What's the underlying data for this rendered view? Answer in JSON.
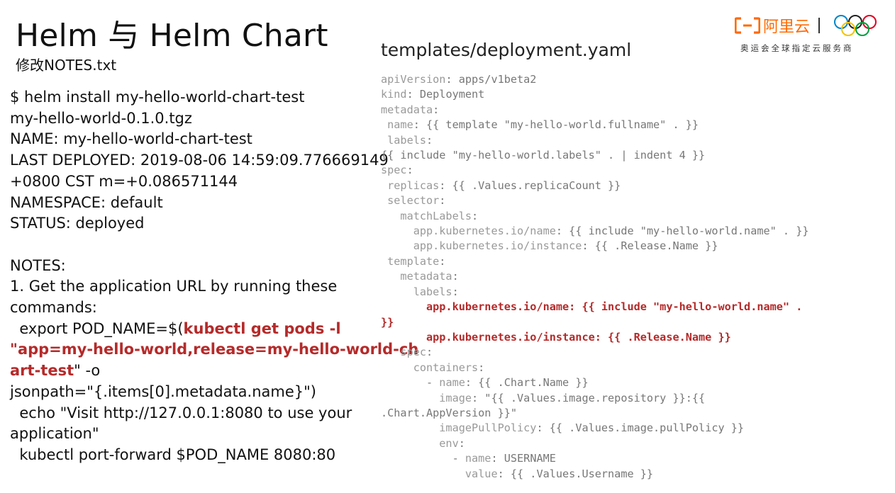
{
  "slide": {
    "title": "Helm 与 Helm Chart",
    "subtitle": "修改NOTES.txt"
  },
  "logo": {
    "icon": "aliyun-icon",
    "brand": "阿里云",
    "tagline": "奥运会全球指定云服务商",
    "rings_icon": "olympic-rings-icon",
    "brand_color": "#ff6a00"
  },
  "terminal": {
    "lines": [
      [
        {
          "t": "$ helm install my-hello-world-chart-test"
        }
      ],
      [
        {
          "t": "my-hello-world-0.1.0.tgz"
        }
      ],
      [
        {
          "t": "NAME: my-hello-world-chart-test"
        }
      ],
      [
        {
          "t": "LAST DEPLOYED: 2019-08-06 14:59:09.776669149"
        }
      ],
      [
        {
          "t": "+0800 CST m=+0.086571144"
        }
      ],
      [
        {
          "t": "NAMESPACE: default"
        }
      ],
      [
        {
          "t": "STATUS: deployed"
        }
      ],
      [
        {
          "t": ""
        }
      ],
      [
        {
          "t": "NOTES:"
        }
      ],
      [
        {
          "t": "1. Get the application URL by running these"
        }
      ],
      [
        {
          "t": "commands:"
        }
      ],
      [
        {
          "t": "  export POD_NAME=$("
        },
        {
          "t": "kubectl get pods -l",
          "red": true
        }
      ],
      [
        {
          "t": "\"app=my-hello-world,release=my-hello-world-ch",
          "red": true
        }
      ],
      [
        {
          "t": "art-test",
          "red": true
        },
        {
          "t": "\" -o"
        }
      ],
      [
        {
          "t": "jsonpath=\"{.items[0].metadata.name}\")"
        }
      ],
      [
        {
          "t": "  echo \"Visit http://127.0.0.1:8080 to use your"
        }
      ],
      [
        {
          "t": "application\""
        }
      ],
      [
        {
          "t": "  kubectl port-forward $POD_NAME 8080:80"
        }
      ]
    ]
  },
  "file": {
    "heading": "templates/deployment.yaml",
    "highlight_color": "#b52a2a",
    "code": [
      [
        {
          "t": "apiVersion",
          "k": true
        },
        {
          "t": ": apps/v1beta2"
        }
      ],
      [
        {
          "t": "kind",
          "k": true
        },
        {
          "t": ": Deployment"
        }
      ],
      [
        {
          "t": "metadata",
          "k": true
        },
        {
          "t": ":"
        }
      ],
      [
        {
          "t": " name",
          "k": true
        },
        {
          "t": ": {{ template \"my-hello-world.fullname\" . }}"
        }
      ],
      [
        {
          "t": " labels",
          "k": true
        },
        {
          "t": ":"
        }
      ],
      [
        {
          "t": "{{ include \"my-hello-world.labels\" . | indent 4 }}"
        }
      ],
      [
        {
          "t": "spec",
          "k": true
        },
        {
          "t": ":"
        }
      ],
      [
        {
          "t": " replicas",
          "k": true
        },
        {
          "t": ": {{ .Values.replicaCount }}"
        }
      ],
      [
        {
          "t": " selector",
          "k": true
        },
        {
          "t": ":"
        }
      ],
      [
        {
          "t": "   matchLabels",
          "k": true
        },
        {
          "t": ":"
        }
      ],
      [
        {
          "t": "     app.kubernetes.io/name",
          "k": true
        },
        {
          "t": ": {{ include \"my-hello-world.name\" . }}"
        }
      ],
      [
        {
          "t": "     app.kubernetes.io/instance",
          "k": true
        },
        {
          "t": ": {{ .Release.Name }}"
        }
      ],
      [
        {
          "t": " template",
          "k": true
        },
        {
          "t": ":"
        }
      ],
      [
        {
          "t": "   metadata",
          "k": true
        },
        {
          "t": ":"
        }
      ],
      [
        {
          "t": "     labels",
          "k": true
        },
        {
          "t": ":"
        }
      ],
      [
        {
          "t": "       app.kubernetes.io/name: {{ include \"my-hello-world.name\" .",
          "hl": true
        }
      ],
      [
        {
          "t": "}}",
          "hl": true
        }
      ],
      [
        {
          "t": "       app.kubernetes.io/instance: {{ .Release.Name }}",
          "hl": true
        }
      ],
      [
        {
          "t": "   spec",
          "k": true
        },
        {
          "t": ":"
        }
      ],
      [
        {
          "t": "     containers",
          "k": true
        },
        {
          "t": ":"
        }
      ],
      [
        {
          "t": "       - "
        },
        {
          "t": "name",
          "k": true
        },
        {
          "t": ": {{ .Chart.Name }}"
        }
      ],
      [
        {
          "t": "         image",
          "k": true
        },
        {
          "t": ": \"{{ .Values.image.repository }}:{{"
        }
      ],
      [
        {
          "t": ".Chart.AppVersion }}\""
        }
      ],
      [
        {
          "t": "         imagePullPolicy",
          "k": true
        },
        {
          "t": ": {{ .Values.image.pullPolicy }}"
        }
      ],
      [
        {
          "t": "         env",
          "k": true
        },
        {
          "t": ":"
        }
      ],
      [
        {
          "t": "           - "
        },
        {
          "t": "name",
          "k": true
        },
        {
          "t": ": USERNAME"
        }
      ],
      [
        {
          "t": "             value",
          "k": true
        },
        {
          "t": ": {{ .Values.Username }}"
        }
      ]
    ]
  }
}
